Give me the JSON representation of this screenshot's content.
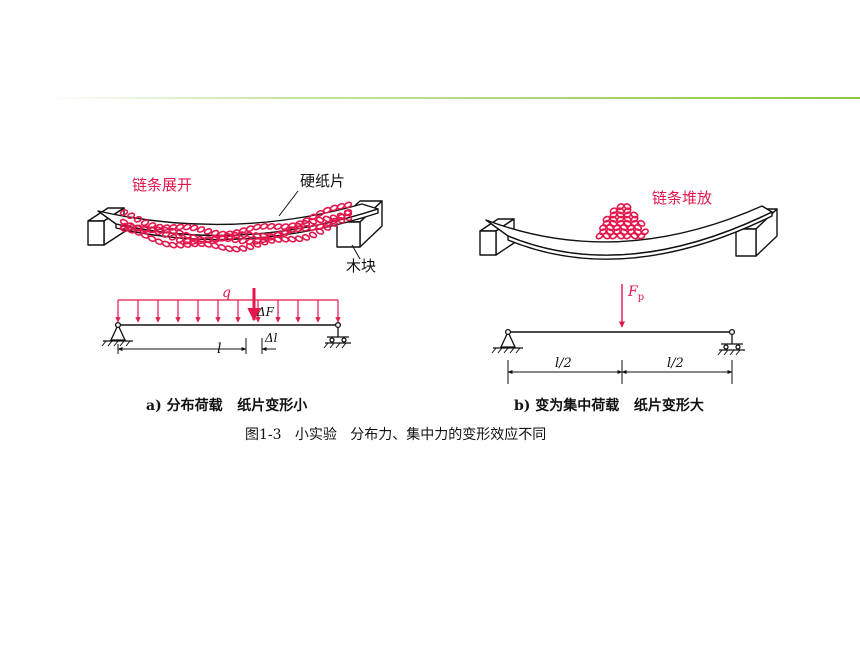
{
  "colors": {
    "chain": "#e4174c",
    "load_arrow": "#e4174c",
    "divider_gradient": [
      "#ffffff",
      "#c7e3a2",
      "#8dc63f"
    ],
    "line": "#111111",
    "block_fill": "#ffffff"
  },
  "diagram": {
    "left": {
      "chain_label": "链条展开",
      "paper_label": "硬纸片",
      "block_label": "木块",
      "load_label": "q",
      "force_label": "ΔF",
      "segment_label": "Δl",
      "span_label": "l"
    },
    "right": {
      "chain_label": "链条堆放",
      "force_label": "F",
      "force_subscript": "p",
      "half_span_left": "l/2",
      "half_span_right": "l/2"
    }
  },
  "captions": {
    "a": "a) 分布荷载   纸片变形小",
    "b": "b) 变为集中荷载   纸片变形大",
    "main": "图1-3   小实验   分布力、集中力的变形效应不同"
  }
}
